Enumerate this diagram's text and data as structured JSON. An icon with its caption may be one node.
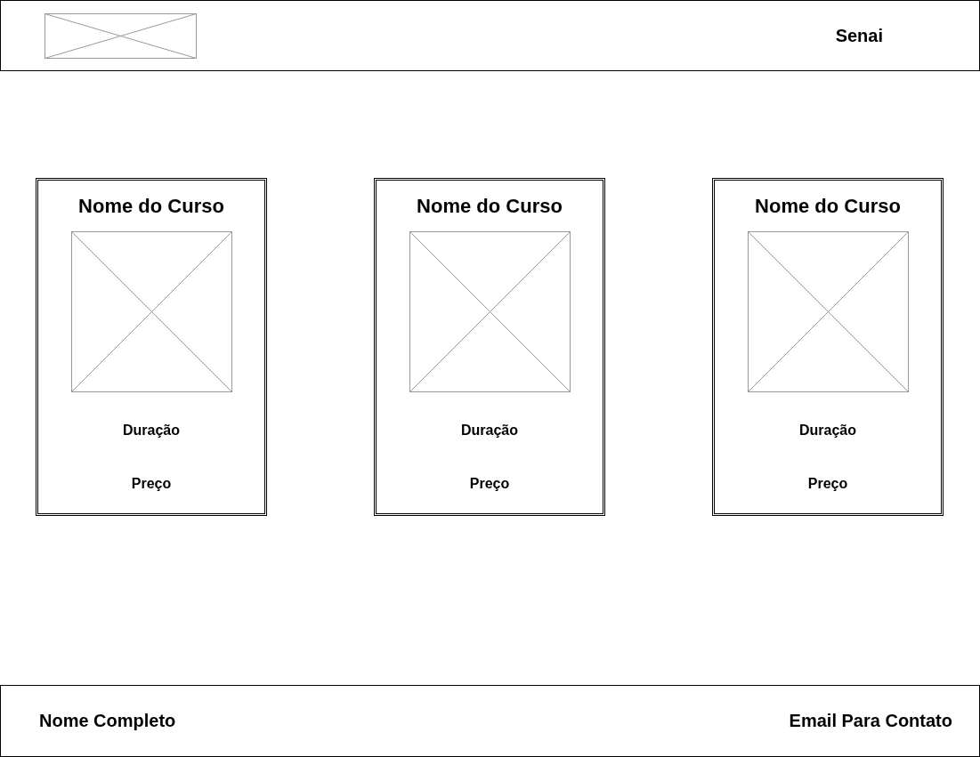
{
  "diagram": {
    "nodes": [
      {
        "text": [
          "Senai"
        ]
      },
      {
        "text": [
          "Nome do Curso",
          "Duração",
          "Preço"
        ]
      },
      {
        "text": [
          "Nome do Curso",
          "Duração",
          "Preço"
        ]
      },
      {
        "text": [
          "Nome do Curso",
          "Duração",
          "Preço"
        ]
      },
      {
        "text": [
          "Nome Completo",
          "Email Para Contato"
        ]
      }
    ]
  }
}
